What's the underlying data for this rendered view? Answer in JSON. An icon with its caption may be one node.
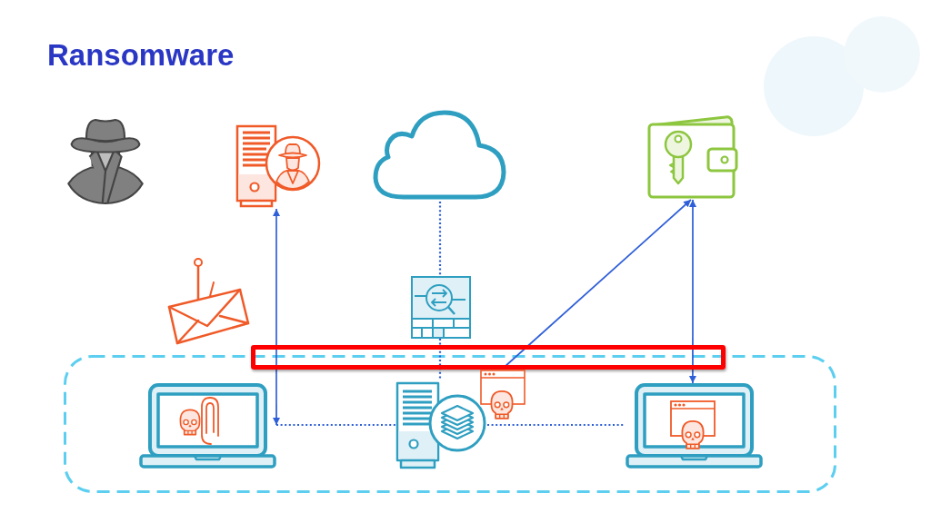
{
  "diagram": {
    "title": "Ransomware",
    "nodes": [
      {
        "text": [],
        "shape": "person"
      },
      {
        "text": [],
        "shape": "picture"
      },
      {
        "text": [],
        "shape": "cloud"
      },
      {
        "text": [],
        "shape": "picture"
      },
      {
        "text": [],
        "shape": "picture"
      },
      {
        "text": [],
        "shape": "picture"
      },
      {
        "text": [],
        "shape": "box"
      },
      {
        "text": [],
        "shape": "picture",
        "in": 6
      },
      {
        "text": [],
        "shape": "picture",
        "in": 6
      },
      {
        "text": [],
        "shape": "picture",
        "in": 6
      },
      {
        "text": [],
        "shape": "picture",
        "in": 6
      }
    ],
    "edges": [
      {
        "from": 2,
        "to": 5,
        "arrow": "none",
        "style": "dashed"
      },
      {
        "from": 5,
        "to": 8,
        "arrow": "none",
        "style": "dashed"
      },
      {
        "from": 1,
        "to": 7,
        "arrow": "both"
      },
      {
        "from": 7,
        "to": 8,
        "arrow": "none",
        "style": "dashed"
      },
      {
        "from": 8,
        "to": 10,
        "arrow": "none",
        "style": "dashed"
      },
      {
        "from": 3,
        "to": 10,
        "arrow": "both"
      },
      {
        "from": 9,
        "to": 3,
        "arrow": "to"
      }
    ]
  }
}
